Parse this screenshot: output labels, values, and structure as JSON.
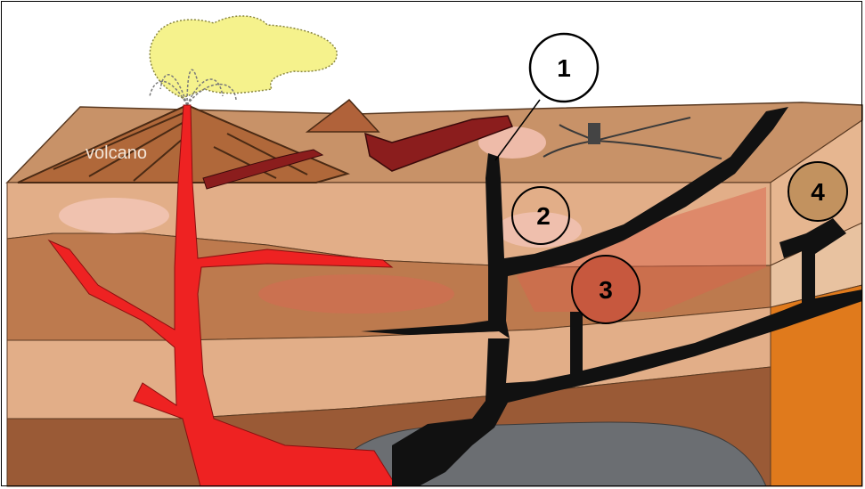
{
  "labels": {
    "volcano": "volcano",
    "marker_1": "1",
    "marker_2": "2",
    "marker_3": "3",
    "marker_4": "4"
  },
  "colors": {
    "magma_red": "#ee2222",
    "intrusion_black": "#111111",
    "surface_tan": "#c89268",
    "layer_light": "#e2ae88",
    "layer_mid": "#bd7a4e",
    "layer_dark": "#9a5a36",
    "side_orange": "#e07a1c",
    "ash_yellow": "#f5f28c",
    "lava_flow": "#8b1d1d",
    "chamber_gray": "#6b6e72"
  }
}
